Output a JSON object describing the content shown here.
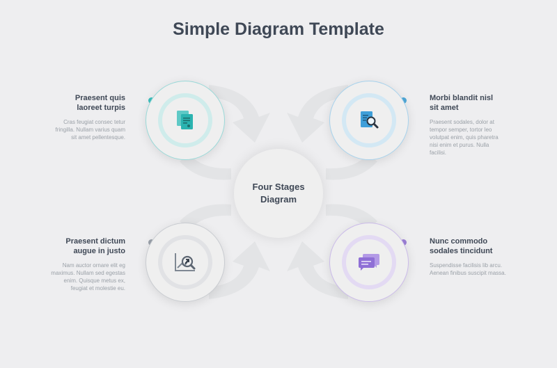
{
  "title": "Simple Diagram Template",
  "center_label": "Four Stages\nDiagram",
  "colors": {
    "background": "#eeeef0",
    "stage1": "#3cbfbe",
    "stage2": "#4fa8d8",
    "stage3": "#9aa1ab",
    "stage4": "#9b7fd6",
    "arrow": "#e3e4e6"
  },
  "stages": [
    {
      "title_line1": "Praesent quis",
      "title_line2": "laoreet turpis",
      "body": "Cras feugiat consec tetur fringilla. Nullam varius quam sit amet pellentesque.",
      "icon": "documents-icon"
    },
    {
      "title_line1": "Morbi blandit nisl",
      "title_line2": "sit amet",
      "body": "Praesent sodales, dolor at tempor semper, tortor leo volutpat enim, quis pharetra nisi enim et purus. Nulla facilisi.",
      "icon": "document-search-icon"
    },
    {
      "title_line1": "Praesent dictum",
      "title_line2": "augue in justo",
      "body": "Nam auctor ornare elit eg maximus. Nullam sed egestas enim. Quisque metus ex, feugiat et molestie eu.",
      "icon": "chart-magnifier-icon"
    },
    {
      "title_line1": "Nunc commodo",
      "title_line2": "sodales tincidunt",
      "body": "Suspendisse facilisis lib arcu. Aenean finibus suscipit massa.",
      "icon": "chat-bubbles-icon"
    }
  ]
}
